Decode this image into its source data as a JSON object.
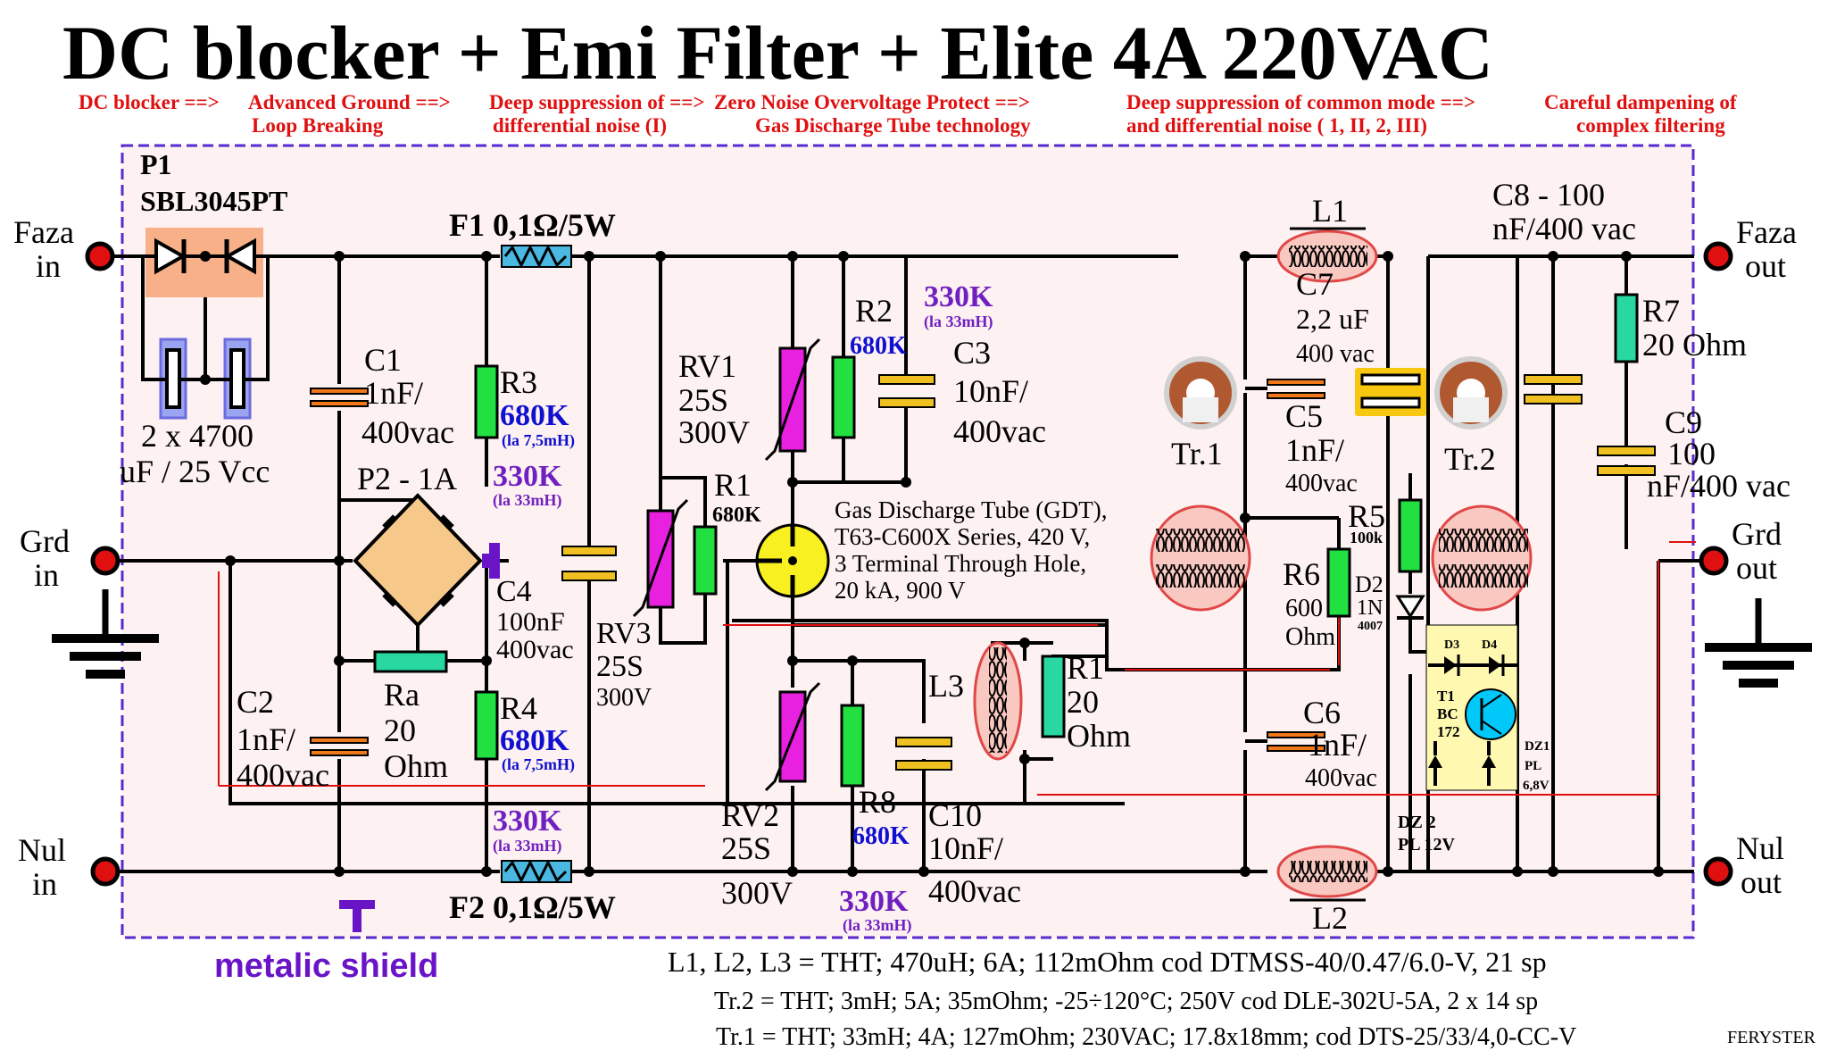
{
  "title": "DC blocker + Emi Filter + Elite 4A 220VAC",
  "stages": [
    {
      "l1": "DC blocker ==>",
      "l2": ""
    },
    {
      "l1": "Advanced Ground ==>",
      "l2": "Loop Breaking"
    },
    {
      "l1": "Deep suppression of  ==>",
      "l2": "differential noise (I)"
    },
    {
      "l1": "Zero Noise Overvoltage Protect ==>",
      "l2": "Gas Discharge Tube technology"
    },
    {
      "l1": "Deep suppression of  common mode ==>",
      "l2": "and differential noise ( 1, II, 2, III)"
    },
    {
      "l1": "Careful dampening of",
      "l2": "complex filtering"
    }
  ],
  "terminals": {
    "faza_in": [
      "Faza",
      "in"
    ],
    "grd_in": [
      "Grd",
      "in"
    ],
    "nul_in": [
      "Nul",
      "in"
    ],
    "faza_out": [
      "Faza",
      "out"
    ],
    "grd_out": [
      "Grd",
      "out"
    ],
    "nul_out": [
      "Nul",
      "out"
    ]
  },
  "components": {
    "p1": [
      "P1",
      "SBL3045PT"
    ],
    "caps_dc": [
      "2 x 4700",
      "uF / 25 Vcc"
    ],
    "f1": "F1 0,1Ω/5W",
    "f2": "F2 0,1Ω/5W",
    "c1": [
      "C1",
      "1nF/",
      "400vac"
    ],
    "p2": "P2 - 1A",
    "c2": [
      "C2",
      "1nF/",
      "400vac"
    ],
    "ra": [
      "Ra",
      "20",
      "Ohm"
    ],
    "r3": "R3",
    "r3_val": "680K",
    "r3_note": "(la 7,5mH)",
    "r3_val2": "330K",
    "r3_note2": "(la 33mH)",
    "c4": [
      "C4",
      "100nF",
      "400vac"
    ],
    "r4": "R4",
    "r4_val": "680K",
    "r4_note": "(la 7,5mH)",
    "r4_val2": "330K",
    "r4_note2": "(la 33mH)",
    "rv3": [
      "RV3",
      "25S",
      "300V"
    ],
    "r1a": [
      "R1",
      "680K"
    ],
    "rv1": [
      "RV1",
      "25S",
      "300V"
    ],
    "r2": "R2",
    "r2_val": "680K",
    "r2_val2": "330K",
    "r2_note2": "(la 33mH)",
    "c3": [
      "C3",
      "10nF/",
      "400vac"
    ],
    "gdt": [
      "Gas Discharge Tube (GDT),",
      "T63-C600X Series, 420 V,",
      "3 Terminal Through Hole,",
      "20 kA, 900 V"
    ],
    "rv2": [
      "RV2",
      "25S",
      "300V"
    ],
    "r8": "R8",
    "r8_val": "680K",
    "r8_val2": "330K",
    "r8_note2": "(la 33mH)",
    "c10": [
      "C10",
      "10nF/",
      "400vac"
    ],
    "l3": "L3",
    "r1b": [
      "R1",
      "20",
      "Ohm"
    ],
    "tr1": "Tr.1",
    "l1": "L1",
    "l2": "L2",
    "c7": [
      "C7",
      "2,2 uF",
      "400 vac"
    ],
    "c5": [
      "C5",
      "1nF/",
      "400vac"
    ],
    "r5": [
      "R5",
      "100k"
    ],
    "r6": [
      "R6",
      "600",
      "Ohm"
    ],
    "d2": [
      "D2",
      "1N",
      "4007"
    ],
    "c6": [
      "C6",
      "1nF/",
      "400vac"
    ],
    "d3": "D3",
    "d4": "D4",
    "t1": [
      "T1",
      "BC",
      "172"
    ],
    "dz1": [
      "DZ1",
      "PL",
      "6,8V"
    ],
    "dz2": [
      "DZ 2",
      "PL 12V"
    ],
    "tr2": "Tr.2",
    "c8": [
      "C8 - 100",
      "nF/400 vac"
    ],
    "r7": [
      "R7",
      "20 Ohm"
    ],
    "c9": [
      "C9",
      "100",
      "nF/400 vac"
    ]
  },
  "shield": "metalic shield",
  "notes": [
    "L1, L2, L3 = THT; 470uH; 6A; 112mOhm cod DTMSS-40/0.47/6.0-V, 21 sp",
    "Tr.2 = THT; 3mH; 5A; 35mOhm; -25÷120°C; 250V cod DLE-302U-5A, 2 x 14 sp",
    "Tr.1 = THT; 33mH; 4A; 127mOhm; 230VAC; 17.8x18mm; cod DTS-25/33/4,0-CC-V"
  ],
  "author": "FERYSTER",
  "colors": {
    "stage_text": "#e01010",
    "shield": "#6a14c8",
    "blue_value": "#1010d0",
    "purple_value": "#7020c0",
    "board_bg": "#fdf1f1"
  }
}
